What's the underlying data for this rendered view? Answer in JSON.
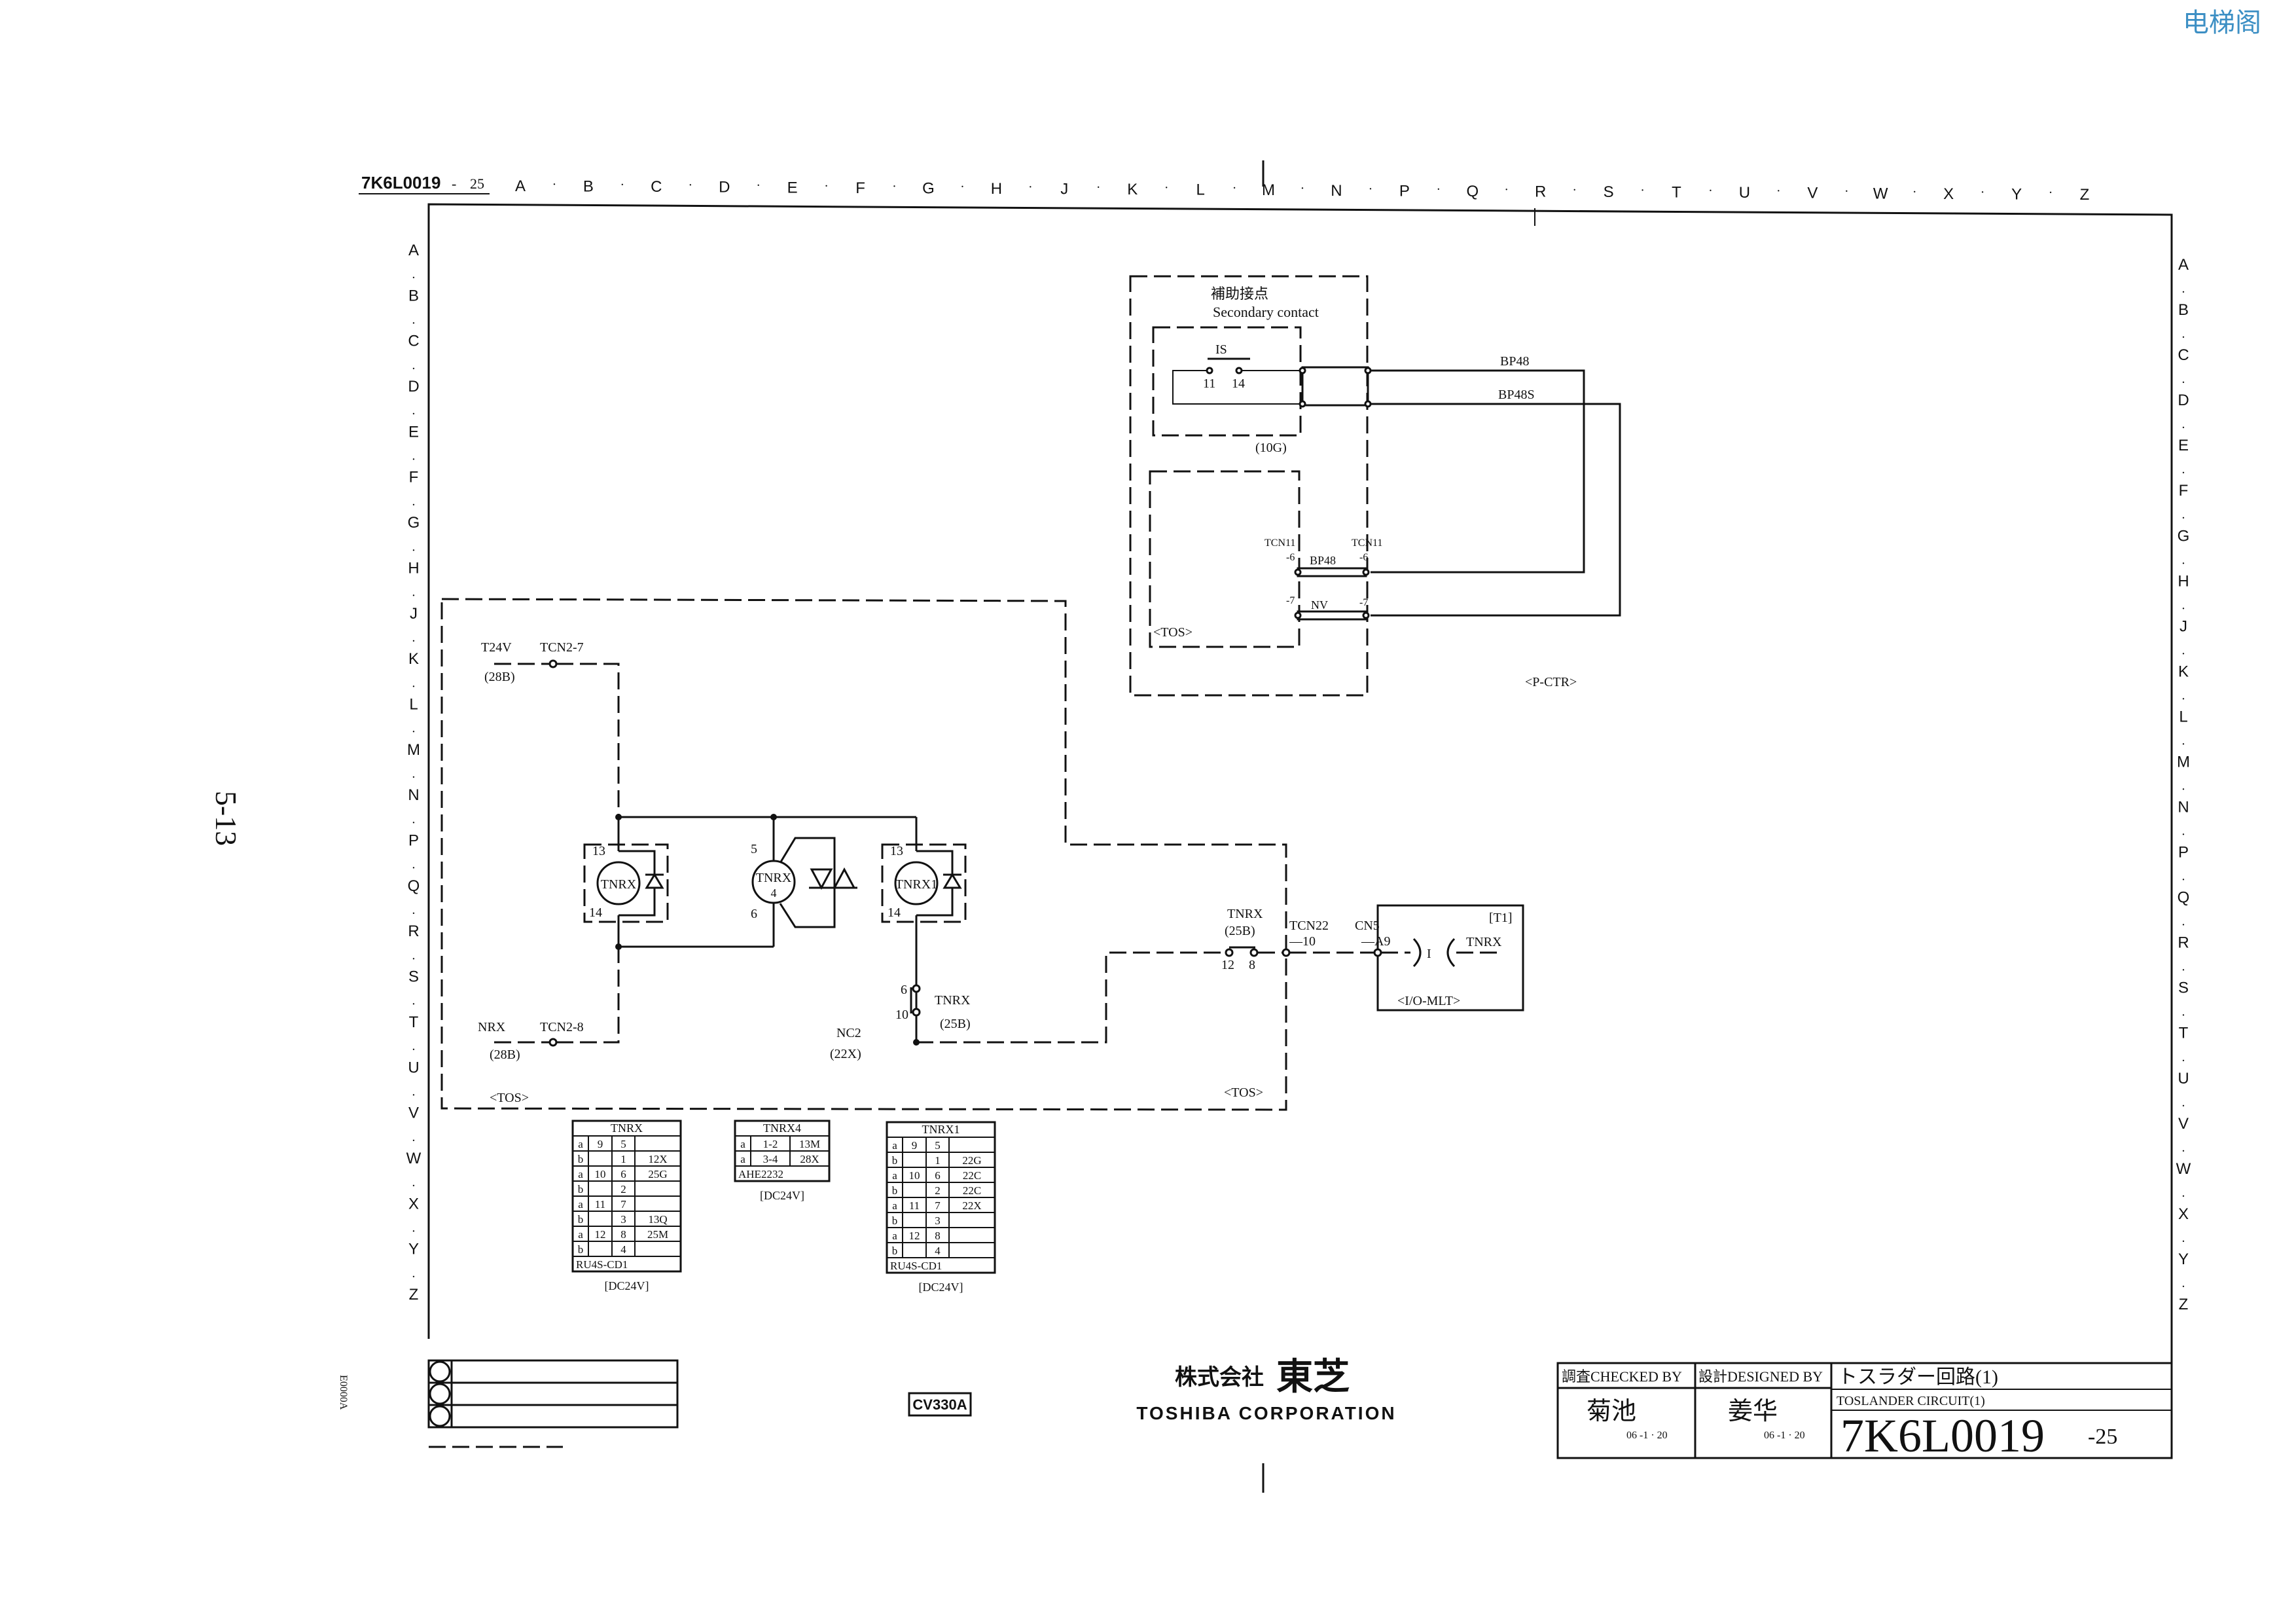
{
  "watermark": "电梯阁",
  "page_number": "5-13",
  "drawing_ref": {
    "main": "7K6L0019",
    "suffix": "25"
  },
  "column_letters": [
    "A",
    "B",
    "C",
    "D",
    "E",
    "F",
    "G",
    "H",
    "J",
    "K",
    "L",
    "M",
    "N",
    "P",
    "Q",
    "R",
    "S",
    "T",
    "U",
    "V",
    "W",
    "X",
    "Y",
    "Z"
  ],
  "row_letters": [
    "A",
    "B",
    "C",
    "D",
    "E",
    "F",
    "G",
    "H",
    "J",
    "K",
    "L",
    "M",
    "N",
    "P",
    "Q",
    "R",
    "S",
    "T",
    "U",
    "V",
    "W",
    "X",
    "Y",
    "Z"
  ],
  "side_code": "E0000A",
  "secondary_block": {
    "title_jp": "補助接点",
    "title_en": "Secondary contact",
    "switch": "IS",
    "pin_a": "11",
    "pin_b": "14",
    "group": "(10G)",
    "wire1": "BP48",
    "wire2": "BP48S",
    "tcn_left": "TCN11",
    "tcn_right": "TCN11",
    "pin6_left": "-6",
    "pin6_right": "-6",
    "pin7_left": "-7",
    "pin7_right": "-7",
    "mid_label1": "BP48",
    "mid_label2": "NV",
    "tos_tag": "<TOS>",
    "pctr_tag": "<P-CTR>"
  },
  "circuit": {
    "t24v": "T24V",
    "tcn2_7": "TCN2-7",
    "ref_28b_top": "(28B)",
    "nrx": "NRX",
    "tcn2_8": "TCN2-8",
    "ref_28b_bottom": "(28B)",
    "relay1": {
      "label": "TNRX",
      "pin_top": "13",
      "pin_bottom": "14"
    },
    "relay2": {
      "label": "TNRX",
      "sub": "4",
      "pin_top": "5",
      "pin_bottom": "6"
    },
    "relay3": {
      "label": "TNRX1",
      "pin_top": "13",
      "pin_bottom": "14"
    },
    "contact_pin_top": "6",
    "contact_pin_bottom": "10",
    "contact_label": "TNRX",
    "contact_ref": "(25B)",
    "nc2": "NC2",
    "nc2_ref": "(22X)",
    "tnrx_25b_label": "TNRX",
    "tnrx_25b_ref": "(25B)",
    "tnrx_pin_12": "12",
    "tnrx_pin_8": "8",
    "tcn22": "TCN22",
    "tcn22_pin": "—10",
    "cn5": "CN5",
    "cn5_pin": "—A9",
    "io_tag": "<I/O-MLT>",
    "t1": "[T1]",
    "io_tnrx": "TNRX",
    "tos_left": "<TOS>",
    "tos_right": "<TOS>"
  },
  "tables": {
    "tnrx": {
      "title": "TNRX",
      "rows": [
        [
          "a",
          "9",
          "5",
          ""
        ],
        [
          "b",
          "",
          "1",
          "12X"
        ],
        [
          "a",
          "10",
          "6",
          "25G"
        ],
        [
          "b",
          "",
          "2",
          ""
        ],
        [
          "a",
          "11",
          "7",
          ""
        ],
        [
          "b",
          "",
          "3",
          "13Q"
        ],
        [
          "a",
          "12",
          "8",
          "25M"
        ],
        [
          "b",
          "",
          "4",
          ""
        ]
      ],
      "model": "RU4S-CD1",
      "voltage": "[DC24V]"
    },
    "tnrx4": {
      "title": "TNRX4",
      "rows": [
        [
          "a",
          "1-2",
          "13M"
        ],
        [
          "a",
          "3-4",
          "28X"
        ]
      ],
      "model": "AHE2232",
      "voltage": "[DC24V]"
    },
    "tnrx1": {
      "title": "TNRX1",
      "rows": [
        [
          "a",
          "9",
          "5",
          ""
        ],
        [
          "b",
          "",
          "1",
          "22G"
        ],
        [
          "a",
          "10",
          "6",
          "22C"
        ],
        [
          "b",
          "",
          "2",
          "22C"
        ],
        [
          "a",
          "11",
          "7",
          "22X"
        ],
        [
          "b",
          "",
          "3",
          ""
        ],
        [
          "a",
          "12",
          "8",
          ""
        ],
        [
          "b",
          "",
          "4",
          ""
        ]
      ],
      "model": "RU4S-CD1",
      "voltage": "[DC24V]"
    }
  },
  "footer": {
    "model_box": "CV330A",
    "company_jp_prefix": "株式会社",
    "company_jp_name": "東芝",
    "company_en": "TOSHIBA CORPORATION",
    "checked_label": "調査CHECKED BY",
    "checked_name": "菊池",
    "checked_date": "06 -1 · 20",
    "designed_label": "設計DESIGNED BY",
    "designed_name": "姜华",
    "designed_date": "06 -1 · 20",
    "title_jp": "トスラダー回路(1)",
    "title_en": "TOSLANDER CIRCUIT(1)",
    "doc_number": "7K6L0019",
    "doc_suffix": "-25"
  }
}
